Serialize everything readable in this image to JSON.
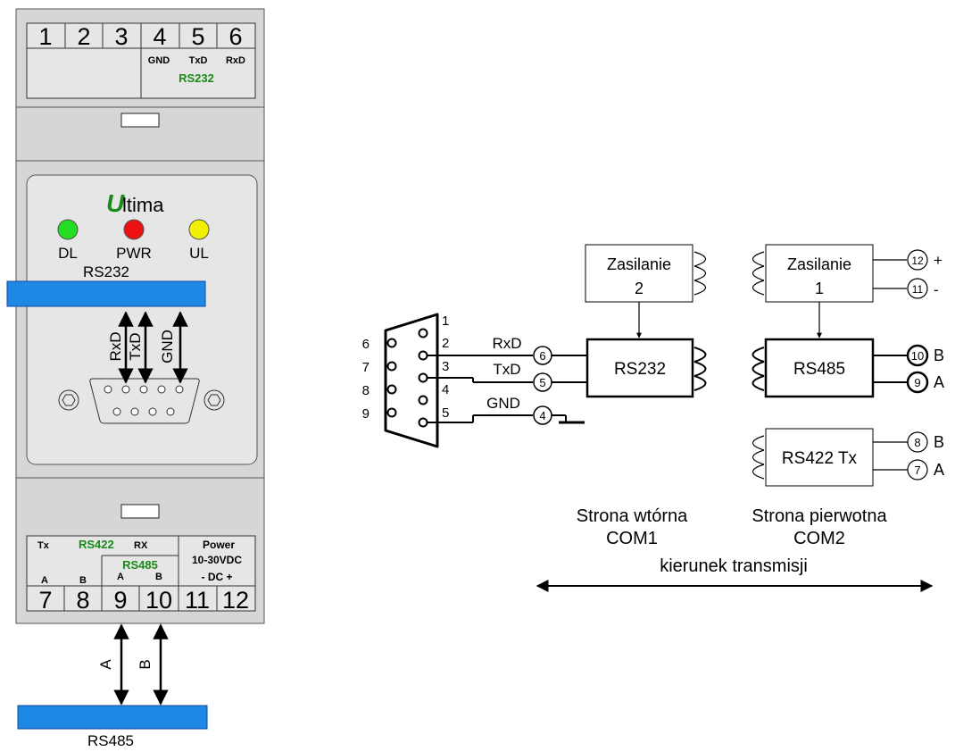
{
  "device": {
    "top_terminals": [
      "1",
      "2",
      "3",
      "4",
      "5",
      "6"
    ],
    "top_signals": [
      "GND",
      "TxD",
      "RxD"
    ],
    "top_group": "RS232",
    "logo_letter": "U",
    "logo_rest": "ltima",
    "leds": [
      {
        "label": "DL",
        "color": "#22dd22"
      },
      {
        "label": "PWR",
        "color": "#ee1111"
      },
      {
        "label": "UL",
        "color": "#f0f000"
      }
    ],
    "rs232_bus": "RS232",
    "wire_labels": [
      "RxD",
      "TxD",
      "GND"
    ],
    "bottom_group_rs422": "RS422",
    "bottom_tx": "Tx",
    "bottom_rx": "RX",
    "bottom_group_rs485": "RS485",
    "bottom_a1": "A",
    "bottom_b1": "B",
    "bottom_a2": "A",
    "bottom_b2": "B",
    "power_line1": "Power",
    "power_line2": "10-30VDC",
    "power_line3": "- DC +",
    "bottom_terminals": [
      "7",
      "8",
      "9",
      "10",
      "11",
      "12"
    ],
    "bus_a": "A",
    "bus_b": "B",
    "rs485_bus": "RS485"
  },
  "schematic": {
    "db9_pins_right": [
      "1",
      "2",
      "3",
      "4",
      "5"
    ],
    "db9_pins_left": [
      "6",
      "7",
      "8",
      "9"
    ],
    "signal_rxd": "RxD",
    "signal_txd": "TxD",
    "signal_gnd": "GND",
    "term_6": "6",
    "term_5": "5",
    "term_4": "4",
    "supply2_line1": "Zasilanie",
    "supply2_line2": "2",
    "supply1_line1": "Zasilanie",
    "supply1_line2": "1",
    "term_12": "12",
    "term_11": "11",
    "plus": "+",
    "minus": "-",
    "box_rs232": "RS232",
    "box_rs485": "RS485",
    "box_rs422": "RS422 Tx",
    "term_10": "10",
    "term_9": "9",
    "term_8": "8",
    "term_7": "7",
    "b_label_1": "B",
    "a_label_1": "A",
    "b_label_2": "B",
    "a_label_2": "A",
    "secondary_line1": "Strona wtórna",
    "secondary_line2": "COM1",
    "primary_line1": "Strona pierwotna",
    "primary_line2": "COM2",
    "direction": "kierunek transmisji"
  }
}
